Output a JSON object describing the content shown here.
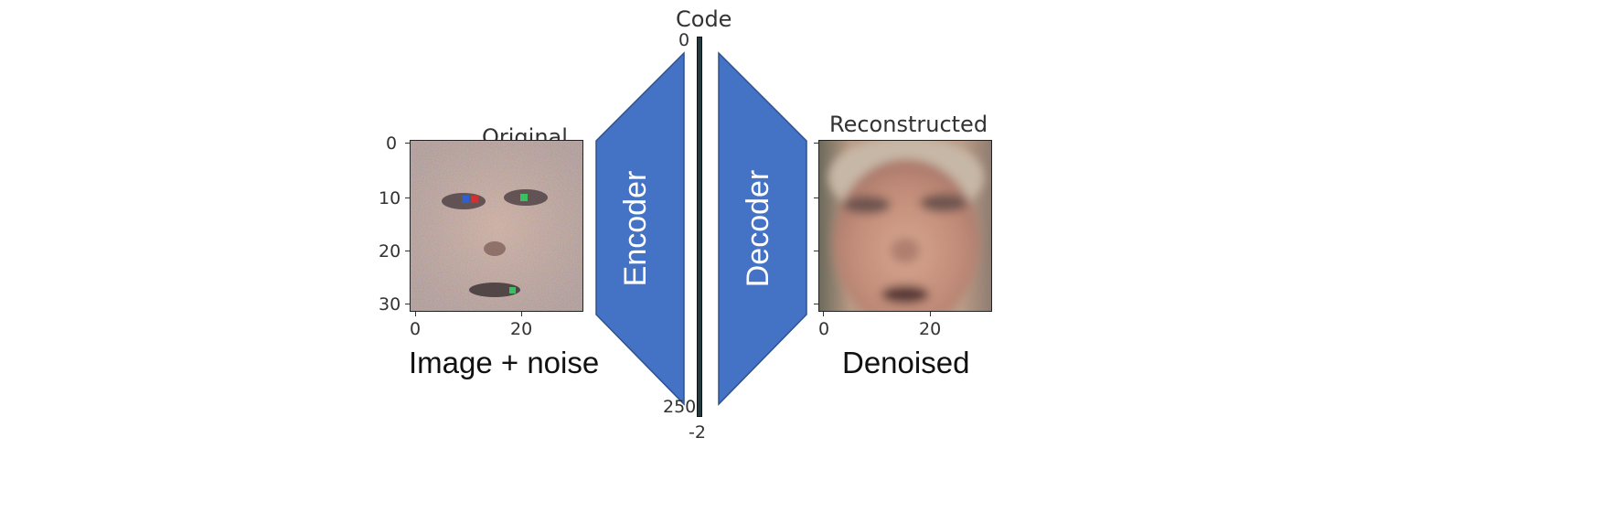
{
  "left_panel": {
    "title": "Original",
    "y_ticks": [
      "0",
      "10",
      "20",
      "30"
    ],
    "x_ticks": [
      "0",
      "20"
    ],
    "caption": "Image + noise"
  },
  "encoder": {
    "label": "Encoder",
    "fill": "#4472c4"
  },
  "decoder": {
    "label": "Decoder",
    "fill": "#4472c4"
  },
  "code_panel": {
    "title": "Code",
    "y_ticks": [
      "0",
      "250"
    ],
    "x_tick": "-2"
  },
  "right_panel": {
    "title": "Reconstructed",
    "x_ticks": [
      "0",
      "20"
    ],
    "caption": "Denoised"
  }
}
